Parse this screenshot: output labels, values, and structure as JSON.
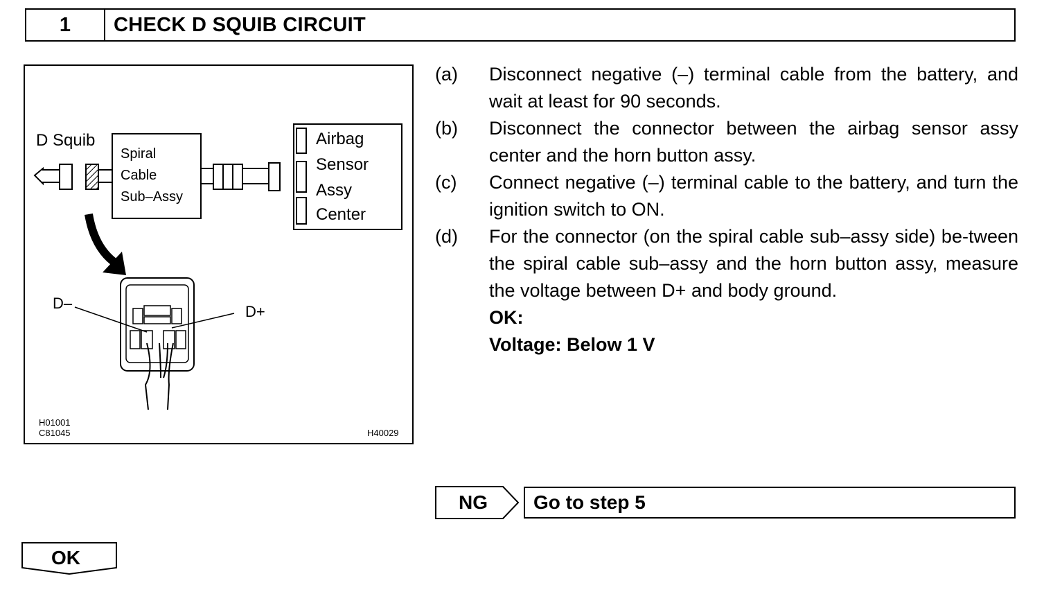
{
  "header": {
    "step_number": "1",
    "title": "CHECK D SQUIB CIRCUIT"
  },
  "diagram": {
    "label_d_squib": "D Squib",
    "spiral_line1": "Spiral",
    "spiral_line2": "Cable",
    "spiral_line3": "Sub–Assy",
    "sensor_line1": "Airbag",
    "sensor_line2": "Sensor",
    "sensor_line3": "Assy",
    "sensor_line4": "Center",
    "label_d_minus": "D–",
    "label_d_plus": "D+",
    "code_line1": "H01001",
    "code_line2": "C81045",
    "code_right": "H40029"
  },
  "steps": [
    {
      "label": "(a)",
      "text": "Disconnect negative (–) terminal cable from the battery, and wait at least for 90 seconds."
    },
    {
      "label": "(b)",
      "text": "Disconnect the connector between the airbag sensor assy center and the horn button assy."
    },
    {
      "label": "(c)",
      "text": "Connect negative (–) terminal cable to the battery, and turn the ignition switch to ON."
    },
    {
      "label": "(d)",
      "text": "For the connector (on the spiral cable sub–assy side) be-tween the spiral cable sub–assy and the horn button assy, measure the voltage between D+ and body ground."
    }
  ],
  "spec": {
    "ok_label": "OK:",
    "value": "Voltage: Below 1 V"
  },
  "ng": {
    "tag": "NG",
    "action": "Go to step 5"
  },
  "ok": {
    "tag": "OK"
  }
}
